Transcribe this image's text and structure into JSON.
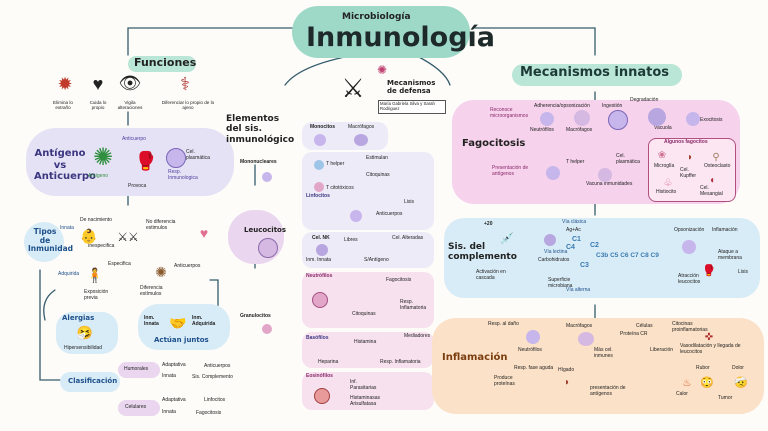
{
  "title": {
    "subtitle": "Microbiología",
    "main": "Inmunología"
  },
  "defense": {
    "label": "Mecanismos de defensa",
    "authors": "María Gabriela Silva y Sarah Rodriguez"
  },
  "funciones": {
    "title": "Funciones",
    "items": [
      "Elimina lo extraño",
      "Cuida lo propio",
      "Vigila alteraciones",
      "Diferenciar lo propio de lo ajeno"
    ]
  },
  "antigeno": {
    "title": "Antígeno vs Anticuerpo",
    "anticuerpo": "Anticuerpo",
    "antigeno": "Antígeno",
    "cel_plasmatica": "Cel. plasmática",
    "resp": "Resp. Inmunologica",
    "provoca": "Provoca"
  },
  "tipos": {
    "title": "Tipos de Inmunidad",
    "innata": "Innata",
    "de_nacimiento": "De nacimiento",
    "inespecifica": "Inespecifica",
    "no_diferencia": "No diferencia estimulos",
    "adquirida": "Adquirida",
    "especifica": "Especifica",
    "exposicion": "Exposición previa",
    "diferencia": "Diferencia estímulos",
    "anticuerpos": "Anticuerpos",
    "alergias": "Alergias",
    "hiper": "Hipersensibilidad",
    "inm_innata": "Inm. Innata",
    "inm_adquirida": "Inm. Adquirida",
    "actuan": "Actúan juntos"
  },
  "clasificacion": {
    "title": "Clasificación",
    "humorales": "Humorales",
    "celulares": "Celulares",
    "r1a": "Adaptativa",
    "r1b": "Anticuerpos",
    "r2a": "Innata",
    "r2b": "Sis. Complemento",
    "r3a": "Adaptativa",
    "r3b": "Linfocitos",
    "r4a": "Innata",
    "r4b": "Fagocitosis"
  },
  "elementos": {
    "title": "Elementos del sis. inmunológico",
    "leucocitos": "Leucocitos",
    "mononucleares": "Mononucleares",
    "granulocitos": "Granulocitos",
    "monocitos": "Monocitos",
    "macrofagos": "Macrófagos",
    "linfocitos": "Linfocitos",
    "t_helper": "T helper",
    "estimulan": "Estimulan",
    "citoquinas": "Citoquinas",
    "t_citotoxicos": "T citotóxicos",
    "lisis": "Lisis",
    "anticuerpos": "Anticuerpos",
    "cel_nk": "Cel. NK",
    "libres": "Libres",
    "cel_alteradas": "Cel. Alteradas",
    "inm_innata": "Inm. Innata",
    "sis_antigeno": "S/Antígeno",
    "neutrofilos": "Neutrófilos",
    "fagocitosis": "Fagocitosis",
    "citoquinas2": "Citoquinas",
    "resp_inflam": "Resp. Inflamatoria",
    "basofilos": "Basófilos",
    "histamina": "Histamina",
    "heparina": "Heparina",
    "mediadores": "Mediadores",
    "resp_inflam2": "Resp. Inflamatoria",
    "eosinofilos": "Eosinófilos",
    "inf": "Inf. Parasitarias",
    "hist_anti": "Histaminasas Arisulfatasa"
  },
  "innatos": {
    "title": "Mecanismos innatos",
    "fagocitosis": "Fagocitosis",
    "adherencia": "Adherencia/opsonización",
    "ingestion": "Ingestión",
    "degradacion": "Degradación",
    "reconoce": "Reconoce microorganismos",
    "neutrofilos": "Neutrófilos",
    "macrofagos": "Macrófagos",
    "vacuola": "Vacuola",
    "exocitosis": "Exocitosis",
    "presentacion": "Presentación de antígenos",
    "t_helper": "T helper",
    "cel_plasmatica": "Cel. plasmática",
    "vacuna": "Vacuna inmunidades",
    "algunos": "Algunos fagocitos",
    "microglia": "Microglía",
    "kupffer": "Cel. Kupffer",
    "osteoclasto": "Osteoclasto",
    "histiocito": "Histiocito",
    "mesangial": "Cel. Mesangial"
  },
  "complemento": {
    "title": "Sis. del complemento",
    "c20": "+20",
    "via_clasica": "Vía clásica",
    "ag_ac": "Ag+Ac",
    "carbohidratos": "Carbohidratos",
    "via_lectina": "Vía lectina",
    "activacion": "Activación en cascada",
    "superficie": "Superficie microbiana",
    "via_alterna": "Vía alterna",
    "opsonizacion": "Opsonización",
    "inflamacion": "Inflamación",
    "ataque": "Ataque a membrana",
    "lisis": "Lisis",
    "atraccion": "Atracción leucocitos",
    "c1": "C1",
    "c4": "C4",
    "c2": "C2",
    "c3": "C3",
    "chain": "C3b C5 C6 C7 C8 C9"
  },
  "inflamacion": {
    "title": "Inflamación",
    "resp_dano": "Resp. al daño",
    "neutrofilos": "Neutrófilos",
    "macrofagos": "Macrófagos",
    "mas_cel": "Más cel. inmunes",
    "celulas": "Células",
    "liberacion": "Liberación",
    "proteina": "Proteína CR",
    "citocinas": "Citocinas proinflamatorias",
    "vaso": "Vasodilatación y llegada de leucocitos",
    "resp_fase": "Resp. fase aguda",
    "higado": "Hígado",
    "produce": "Produce proteínas",
    "presentacion": "presentación de antígenos",
    "calor": "Calor",
    "rubor": "Rubor",
    "dolor": "Dolor",
    "tumor": "Tumor"
  },
  "colors": {
    "teal": "#9ed9c8",
    "pink": "#f6d2ec",
    "blue": "#d8ecf7",
    "peach": "#fbe1c7",
    "lav": "#e6e2f6",
    "green": "#2f8f6f"
  }
}
